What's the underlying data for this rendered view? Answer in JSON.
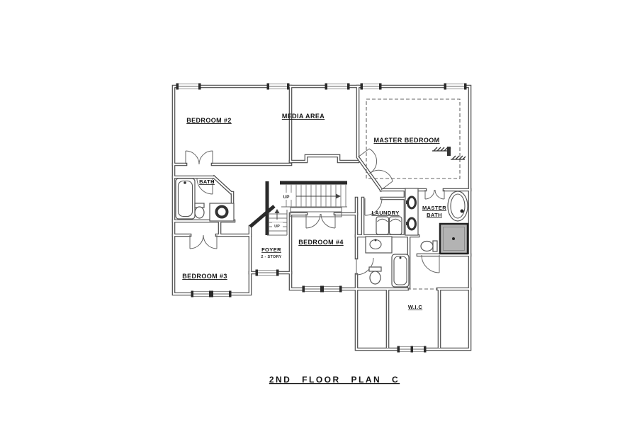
{
  "title": "2ND FLOOR PLAN C",
  "rooms": {
    "bedroom2": "BEDROOM #2",
    "media": "MEDIA AREA",
    "master_bedroom": "MASTER BEDROOM",
    "bath": "BATH",
    "bedroom3": "BEDROOM #3",
    "foyer": "FOYER",
    "foyer_sub": "2 - STORY",
    "bedroom4": "BEDROOM #4",
    "laundry": "LAUNDRY",
    "master_bath_line1": "MASTER",
    "master_bath_line2": "BATH",
    "wic": "W.I.C"
  },
  "stairs": {
    "up_main": "UP",
    "up_lower": "UP"
  },
  "colors": {
    "background": "#ffffff",
    "wall": "#4a4a4a",
    "dark_wall": "#2a2a2a",
    "fixture": "#555555",
    "shower_fill": "#b3b3b3",
    "dashed": "#666666",
    "text": "#141414"
  }
}
